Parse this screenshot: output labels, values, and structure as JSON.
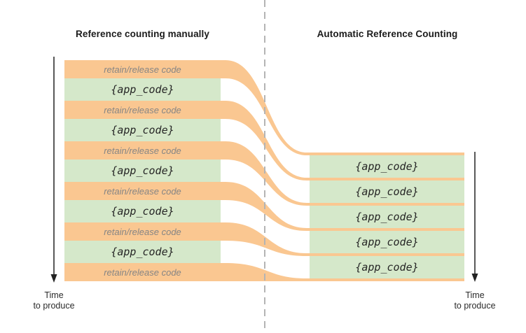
{
  "diagram": {
    "left_column": {
      "title": "Reference counting manually",
      "orange_bars": [
        {
          "label": "retain/release code"
        },
        {
          "label": "retain/release code"
        },
        {
          "label": "retain/release code"
        },
        {
          "label": "retain/release code"
        },
        {
          "label": "retain/release code"
        },
        {
          "label": "retain/release code"
        }
      ],
      "green_bars": [
        {
          "label": "{app_code}"
        },
        {
          "label": "{app_code}"
        },
        {
          "label": "{app_code}"
        },
        {
          "label": "{app_code}"
        },
        {
          "label": "{app_code}"
        }
      ],
      "time_label": {
        "line1": "Time",
        "line2": "to produce"
      }
    },
    "right_column": {
      "title": "Automatic Reference Counting",
      "green_bars": [
        {
          "label": "{app_code}"
        },
        {
          "label": "{app_code}"
        },
        {
          "label": "{app_code}"
        },
        {
          "label": "{app_code}"
        },
        {
          "label": "{app_code}"
        }
      ],
      "time_label": {
        "line1": "Time",
        "line2": "to produce"
      }
    },
    "colors": {
      "flow_orange": "#fac791",
      "app_code_green": "#d5e8ca",
      "divider_gray": "#b4b4b4",
      "retain_text_gray": "#858585",
      "code_text": "#262626",
      "title_text": "#1b1b1b",
      "arrow_black": "#222222"
    }
  }
}
